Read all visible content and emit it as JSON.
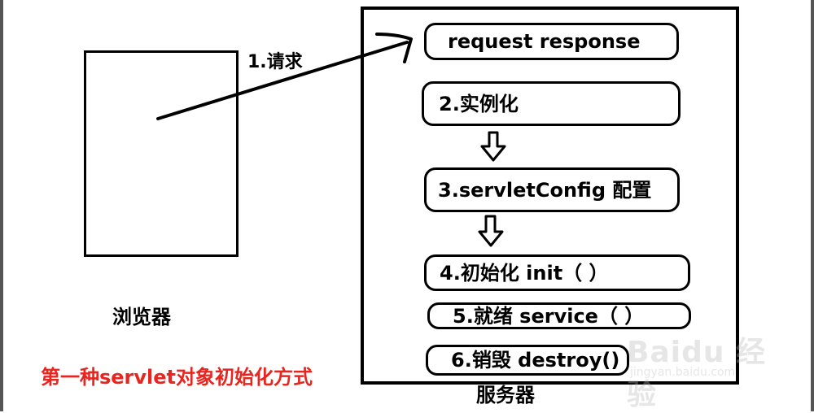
{
  "diagram": {
    "request_label": "1.请求",
    "browser_label": "浏览器",
    "server_label": "服务器",
    "caption": "第一种servlet对象初始化方式",
    "steps": [
      {
        "label": "request  response"
      },
      {
        "label": "2.实例化"
      },
      {
        "label": "3.servletConfig 配置"
      },
      {
        "label": "4.初始化 init（ ）"
      },
      {
        "label": "5.就绪 service（ ）"
      },
      {
        "label": "6.销毁 destroy()"
      }
    ]
  },
  "watermark": {
    "wm_logo": "Baidu 经验",
    "wm_url": "jingyan.baidu.com"
  },
  "colors": {
    "caption": "#e8251f",
    "stroke": "#000000",
    "watermark": "#b8b8b8"
  }
}
